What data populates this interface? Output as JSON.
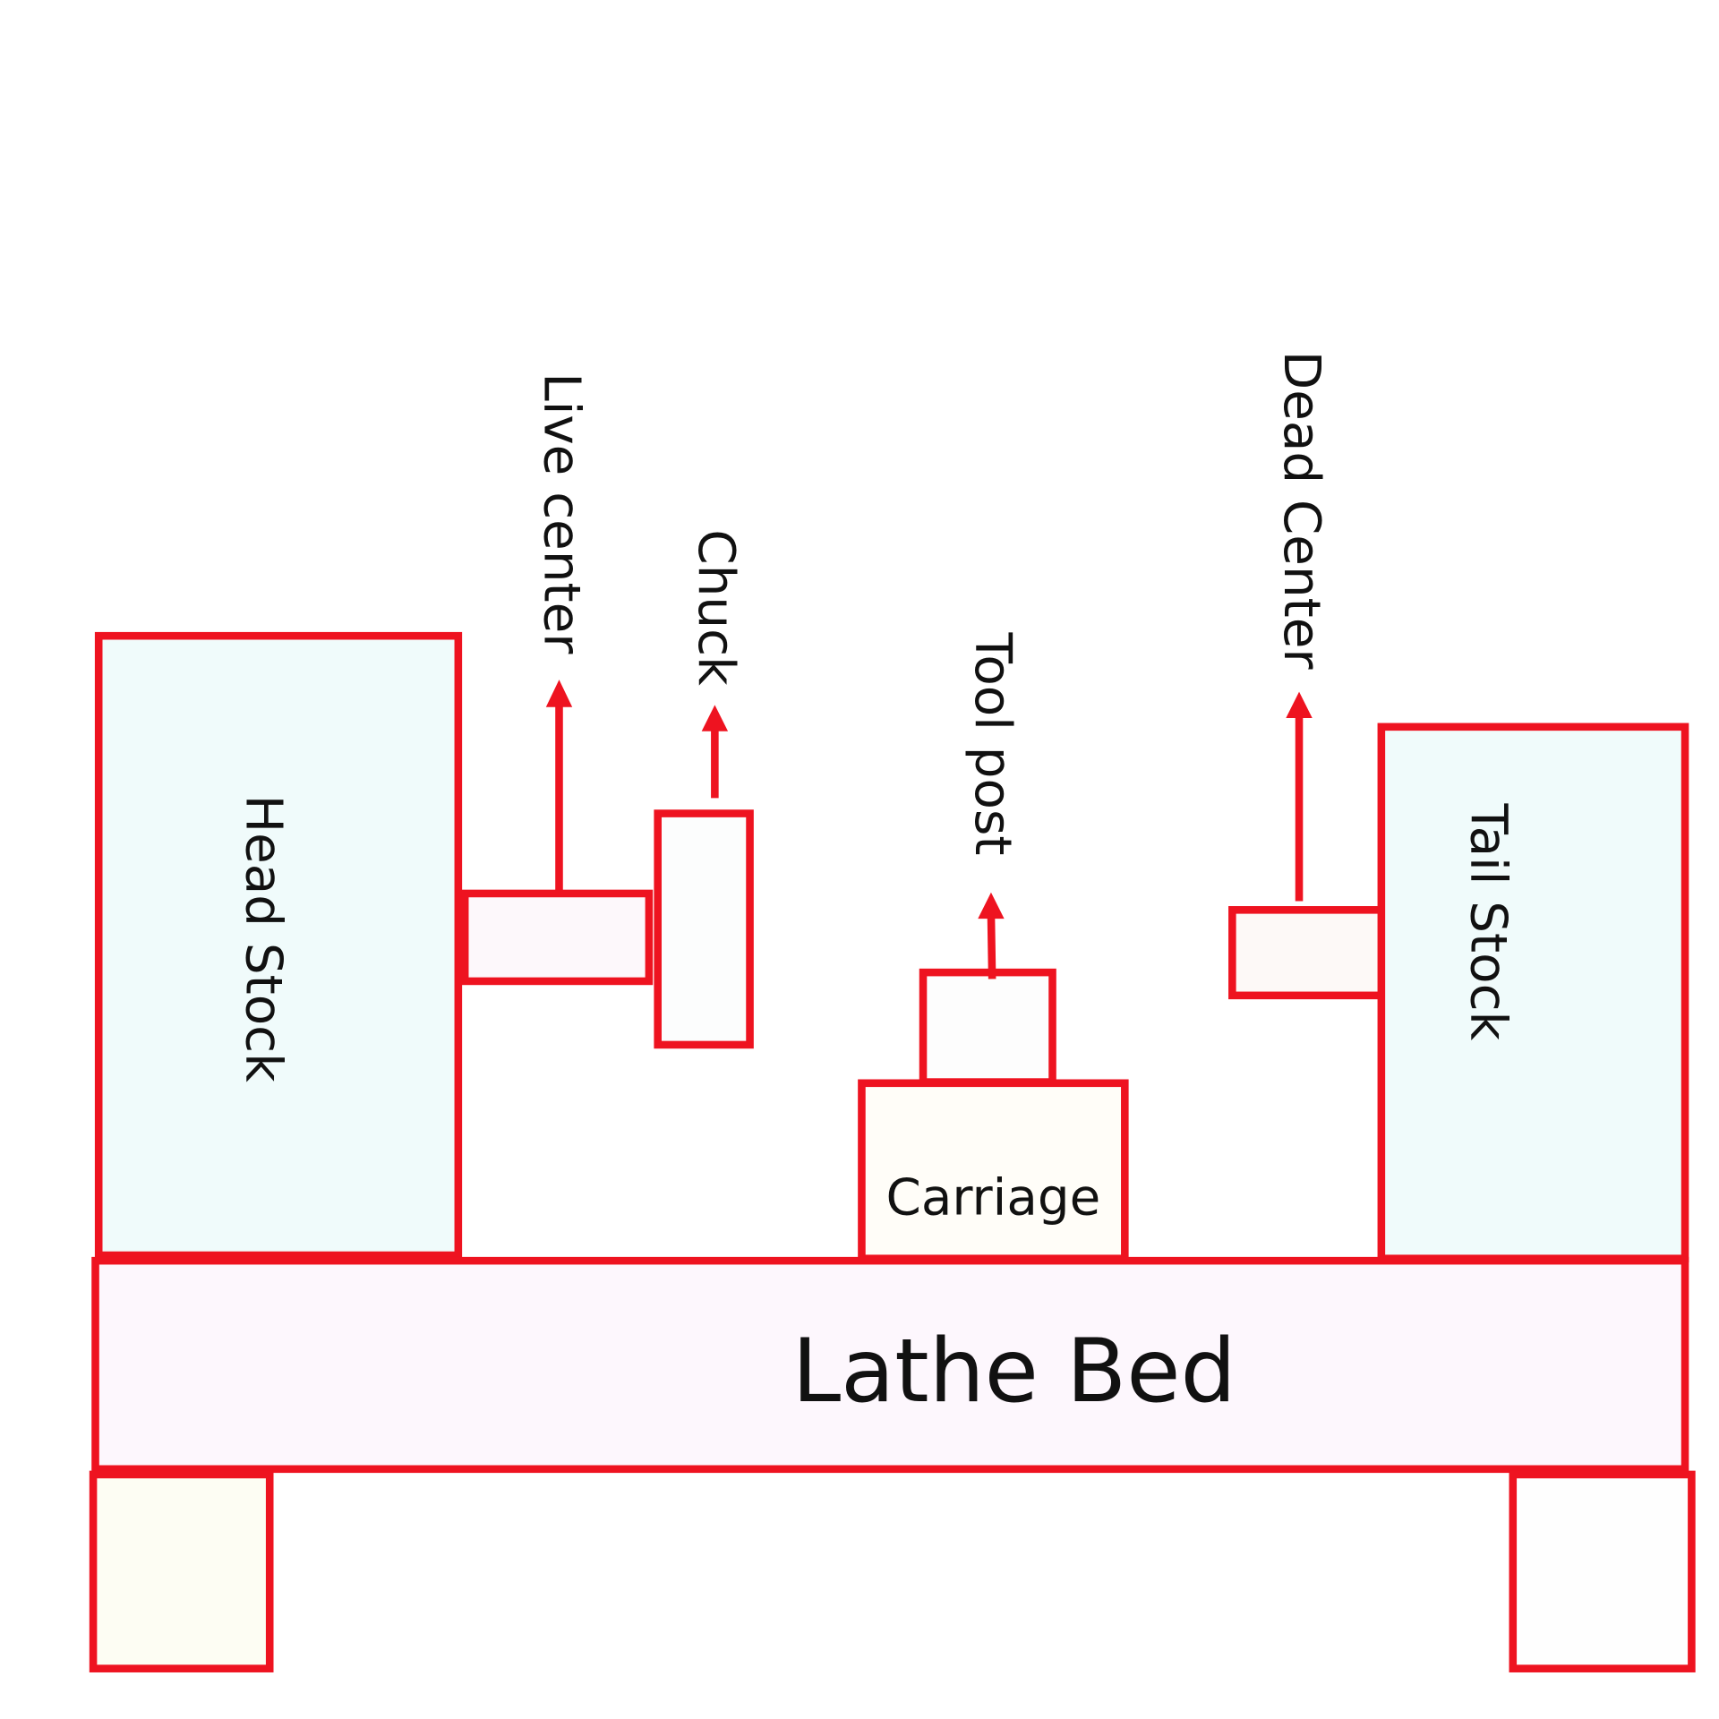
{
  "colors": {
    "outline": "#ee1320",
    "stock_fill": "#f0fbfb",
    "bed_fill": "#fdf7fd",
    "text": "#111111"
  },
  "labels": {
    "head_stock": "Head Stock",
    "live_center": "Live center",
    "chuck": "Chuck",
    "tool_post": "Tool post",
    "dead_center": "Dead Center",
    "tail_stock": "Tail Stock",
    "carriage": "Carriage",
    "lathe_bed": "Lathe Bed"
  }
}
